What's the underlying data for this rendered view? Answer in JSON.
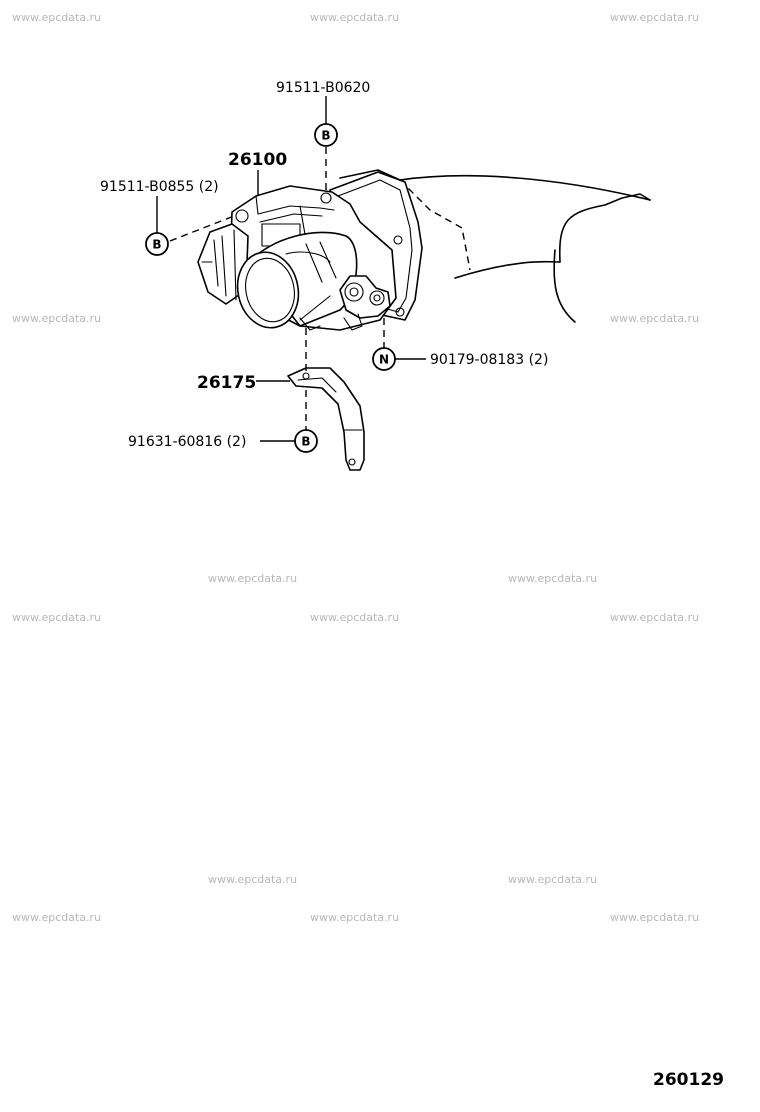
{
  "watermarks": {
    "row1": [
      "www.epcdata.ru",
      "www.epcdata.ru",
      "www.epcdata.ru"
    ],
    "row2": [
      "www.epcdata.ru",
      "www.epcdata.ru"
    ],
    "row3": [
      "www.epcdata.ru",
      "www.epcdata.ru"
    ],
    "row4": [
      "www.epcdata.ru",
      "www.epcdata.ru",
      "www.epcdata.ru"
    ],
    "row5": [
      "www.epcdata.ru",
      "www.epcdata.ru"
    ],
    "row6": [
      "www.epcdata.ru",
      "www.epcdata.ru",
      "www.epcdata.ru"
    ]
  },
  "callouts": {
    "bolt_top": {
      "part_no": "91511-B0620",
      "symbol": "B"
    },
    "throttle_body": {
      "part_no": "26100"
    },
    "bolt_left": {
      "part_no": "91511-B0855 (2)",
      "symbol": "B"
    },
    "nut": {
      "part_no": "90179-08183 (2)",
      "symbol": "N"
    },
    "bracket": {
      "part_no": "26175"
    },
    "bolt_bracket": {
      "part_no": "91631-60816 (2)",
      "symbol": "B"
    }
  },
  "page_number": "260129"
}
